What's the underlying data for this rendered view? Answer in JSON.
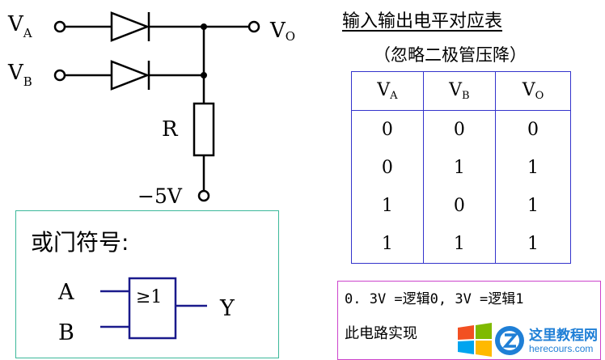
{
  "circuit": {
    "label_va_main": "V",
    "label_va_sub": "A",
    "label_vb_main": "V",
    "label_vb_sub": "B",
    "label_vo_main": "V",
    "label_vo_sub": "O",
    "label_r": "R",
    "label_supply": "−5V"
  },
  "table_panel": {
    "title": "输入输出电平对应表",
    "subtitle": "（忽略二极管压降）",
    "headers": [
      {
        "main": "V",
        "sub": "A"
      },
      {
        "main": "V",
        "sub": "B"
      },
      {
        "main": "V",
        "sub": "O"
      }
    ],
    "rows": [
      [
        "0",
        "0",
        "0"
      ],
      [
        "0",
        "1",
        "1"
      ],
      [
        "1",
        "0",
        "1"
      ],
      [
        "1",
        "1",
        "1"
      ]
    ]
  },
  "or_gate": {
    "title": "或门符号:",
    "input_a": "A",
    "input_b": "B",
    "output": "Y",
    "symbol": "≥1"
  },
  "logic_note": {
    "line1": "0. 3V =逻辑0, 3V =逻辑1",
    "line2": "此电路实现"
  },
  "watermark": {
    "cn": "这里教程网",
    "en": "herecours.com"
  }
}
